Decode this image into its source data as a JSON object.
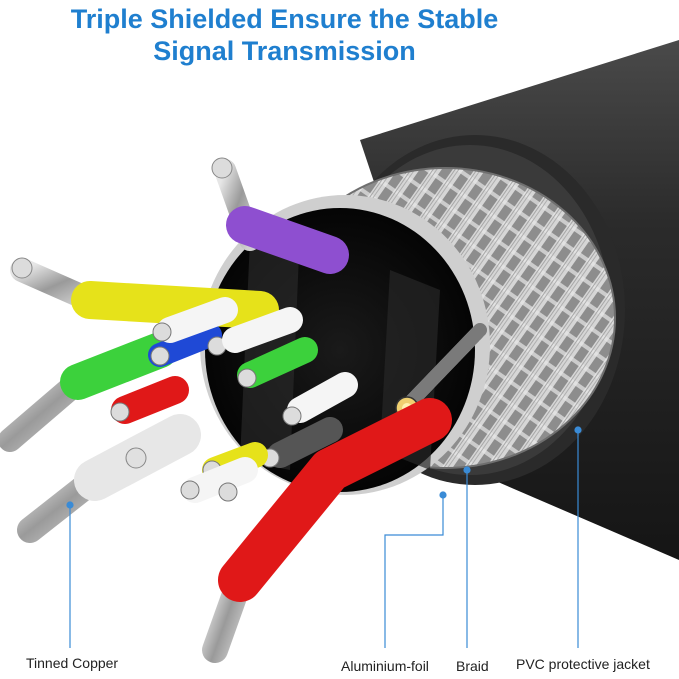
{
  "header": {
    "line1": "Triple Shielded Ensure the Stable",
    "line2": "Signal Transmission"
  },
  "labels": {
    "tinned_copper": "Tinned Copper",
    "aluminium_foil": "Aluminium-foil",
    "braid": "Braid",
    "pvc_jacket": "PVC protective jacket"
  },
  "colors": {
    "title": "#1f7fcf",
    "jacket": "#2a2a2a",
    "braid": "#b9b9b9",
    "callout_line": "#3a8bd6",
    "wire_purple": "#8e4fd0",
    "wire_yellow": "#e6e21a",
    "wire_green": "#3cd13c",
    "wire_red": "#e01818",
    "wire_blue": "#1f49d6",
    "wire_white": "#f2f2f2"
  }
}
